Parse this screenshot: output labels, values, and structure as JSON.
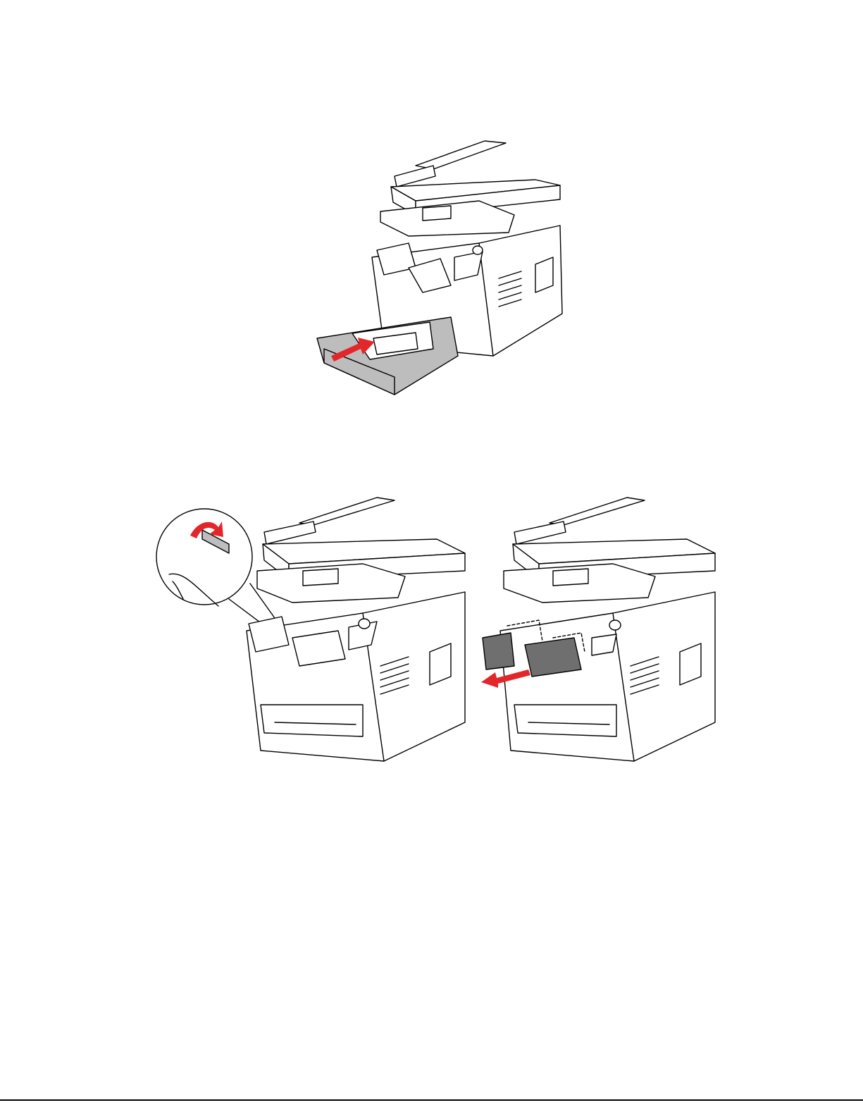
{
  "page": {
    "figures": [
      {
        "icon": "printer-insert-tray-illustration"
      },
      {
        "icon": "printer-lift-latch-illustration"
      },
      {
        "icon": "printer-pull-output-tray-illustration"
      }
    ],
    "accent_color": "#e3262a"
  }
}
